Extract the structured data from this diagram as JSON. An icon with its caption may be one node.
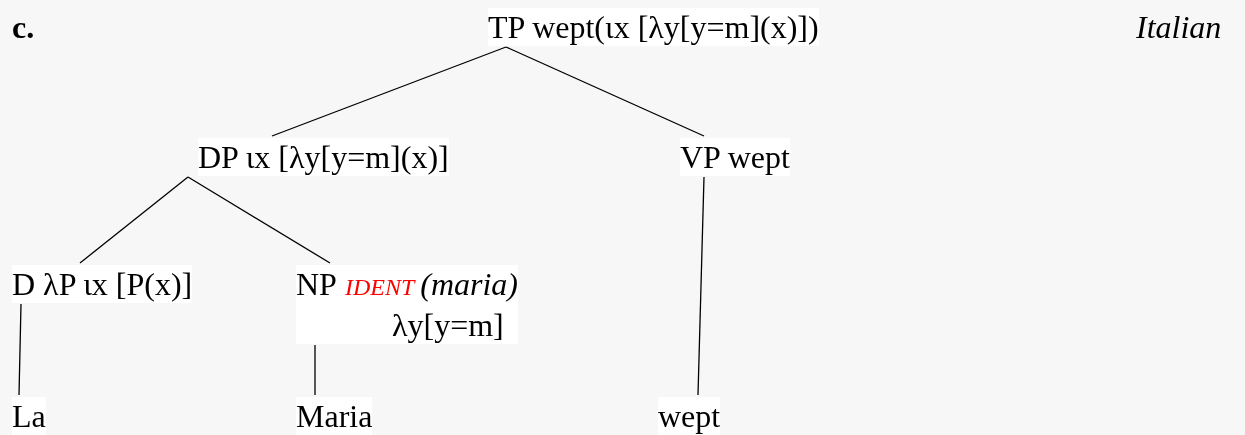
{
  "diagram": {
    "nodes": [
      {
        "text": [
          "TP wept(ιx [λy[y=m](x)])"
        ]
      },
      {
        "text": [
          "DP ιx [λy[y=m](x)]"
        ]
      },
      {
        "text": [
          "VP wept"
        ]
      },
      {
        "text": [
          "D λP ιx [P(x)]"
        ]
      },
      {
        "text": [
          "NP",
          "IDENT",
          "(maria)",
          "λy[y=m]"
        ]
      },
      {
        "text": [
          "La"
        ]
      },
      {
        "text": [
          "Maria"
        ]
      },
      {
        "text": [
          "wept"
        ]
      }
    ],
    "edges": [
      {
        "from": 0,
        "to": 1,
        "arrow": "none"
      },
      {
        "from": 0,
        "to": 2,
        "arrow": "none"
      },
      {
        "from": 1,
        "to": 3,
        "arrow": "none"
      },
      {
        "from": 1,
        "to": 4,
        "arrow": "none"
      },
      {
        "from": 3,
        "to": 5,
        "arrow": "none"
      },
      {
        "from": 4,
        "to": 6,
        "arrow": "none"
      },
      {
        "from": 2,
        "to": 7,
        "arrow": "none"
      }
    ],
    "labels": [
      "c.",
      "Italian"
    ]
  }
}
